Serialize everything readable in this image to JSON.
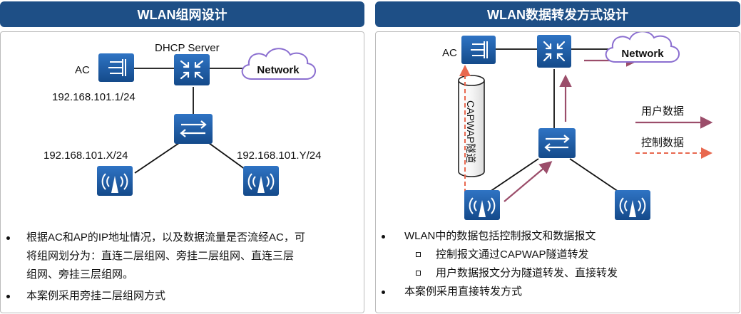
{
  "left": {
    "title": "WLAN组网设计",
    "diagram": {
      "ac_label": "AC",
      "dhcp_label": "DHCP Server",
      "network_label": "Network",
      "ac_ip": "192.168.101.1/24",
      "ap1_ip": "192.168.101.X/24",
      "ap2_ip": "192.168.101.Y/24"
    },
    "bullets": [
      {
        "line1": "根据AC和AP的IP地址情况，以及数据流量是否流经AC，可",
        "line2": "将组网划分为：直连二层组网、旁挂二层组网、直连三层",
        "line3": "组网、旁挂三层组网。"
      },
      {
        "line1": "本案例采用旁挂二层组网方式"
      }
    ]
  },
  "right": {
    "title": "WLAN数据转发方式设计",
    "diagram": {
      "ac_label": "AC",
      "network_label": "Network",
      "tunnel_label": "CAPWAP隧道",
      "legend_user": "用户数据",
      "legend_control": "控制数据"
    },
    "bullets": {
      "main": "WLAN中的数据包括控制报文和数据报文",
      "sub1": "控制报文通过CAPWAP隧道转发",
      "sub2": "用户数据报文分为隧道转发、直接转发",
      "last": "本案例采用直接转发方式"
    }
  },
  "colors": {
    "header_bg": "#1e4f86",
    "device_blue": "#1f5ea8",
    "user_arrow": "#9b4d6a",
    "control_arrow": "#e8684f",
    "cloud_stroke": "#8b6fd0"
  },
  "icons": [
    "switch-icon",
    "router-icon",
    "access-point-icon",
    "access-controller-icon",
    "cloud-icon"
  ]
}
